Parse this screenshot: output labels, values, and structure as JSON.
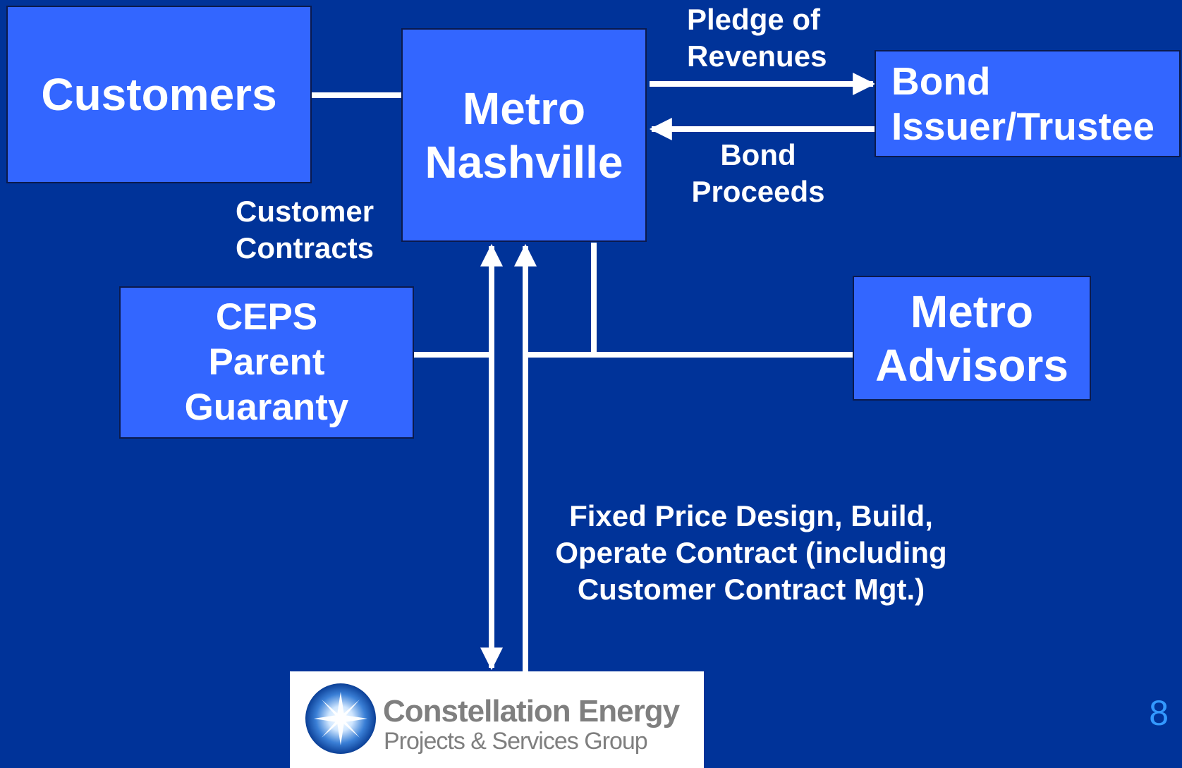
{
  "diagram": {
    "customers": "Customers",
    "metro_nashville": [
      "Metro",
      "Nashville"
    ],
    "bond_issuer": [
      "Bond",
      "Issuer/Trustee"
    ],
    "ceps_guaranty": [
      "CEPS",
      "Parent",
      "Guaranty"
    ],
    "metro_advisors": [
      "Metro",
      "Advisors"
    ],
    "pledge_label": [
      "Pledge of",
      "Revenues"
    ],
    "proceeds_label": [
      "Bond",
      "Proceeds"
    ],
    "customer_contracts_label": [
      "Customer",
      "Contracts"
    ],
    "contract_label": [
      "Fixed Price Design, Build,",
      "Operate Contract (including",
      "Customer Contract Mgt.)"
    ]
  },
  "logo": {
    "name": "Constellation Energy",
    "subtitle": "Projects & Services Group"
  },
  "page_number": "8",
  "colors": {
    "background": "#003399",
    "box_fill": "#3366FF",
    "connector": "#FFFFFF",
    "page_number": "#3399FF"
  }
}
